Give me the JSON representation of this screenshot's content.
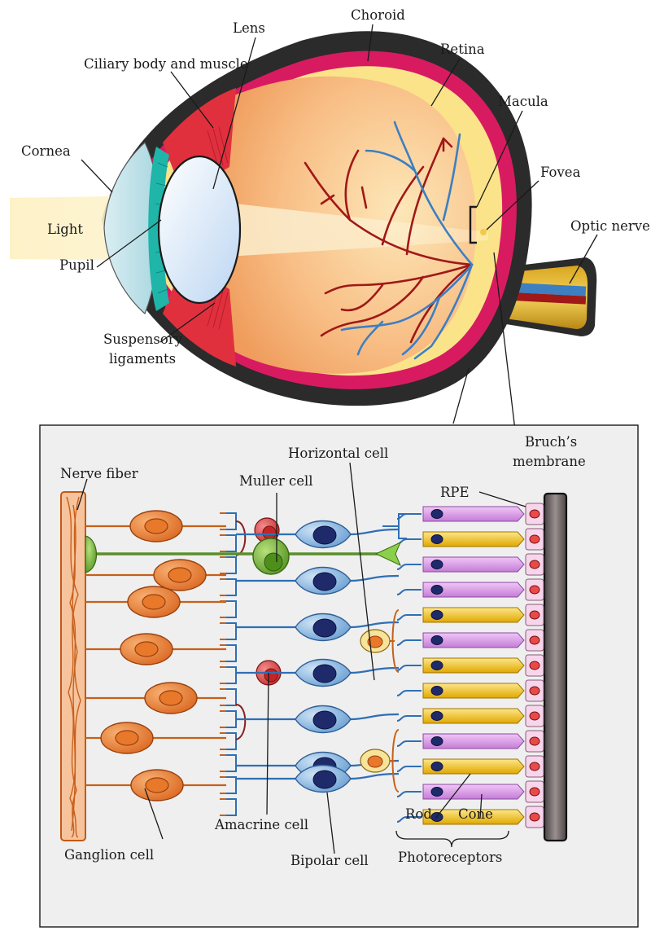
{
  "eye_labels": {
    "choroid": "Choroid",
    "lens": "Lens",
    "retina": "Retina",
    "ciliary": "Ciliary body and muscle",
    "macula": "Macula",
    "cornea": "Cornea",
    "fovea": "Fovea",
    "optic_nerve": "Optic nerve",
    "light": "Light",
    "pupil": "Pupil",
    "suspensory_1": "Suspensory",
    "suspensory_2": "ligaments"
  },
  "retina_labels": {
    "horizontal": "Horizontal cell",
    "bruch_1": "Bruch’s",
    "bruch_2": "membrane",
    "nerve_fiber": "Nerve fiber",
    "muller": "Muller cell",
    "rpe": "RPE",
    "rod": "Rod",
    "cone": "Cone",
    "amacrine": "Amacrine cell",
    "ganglion": "Ganglion cell",
    "bipolar": "Bipolar cell",
    "photoreceptors": "Photoreceptors"
  },
  "photoreceptor_sequence": [
    "rod",
    "cone",
    "rod",
    "rod",
    "cone",
    "rod",
    "cone",
    "cone",
    "cone",
    "rod",
    "cone",
    "rod",
    "cone"
  ],
  "colors": {
    "choroid": "#d81b60",
    "sclera": "#2b2b2b",
    "vitreous": "#f7b97a",
    "artery": "#a01818",
    "vein": "#3d7fc1",
    "ganglion": "#e8782a",
    "bipolar": "#7fb2e0",
    "nucleus": "#1f2a6b",
    "rod": "#d79ae6",
    "cone": "#f5c518",
    "muller": "#5faa2c",
    "amacrine": "#d83a3a",
    "panel": "#efefef"
  }
}
